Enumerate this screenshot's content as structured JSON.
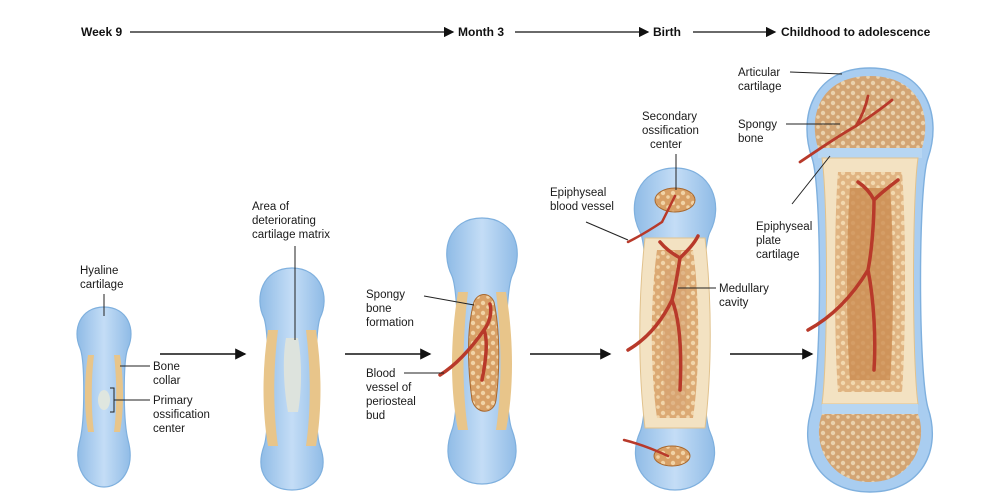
{
  "timeline": {
    "stages": [
      "Week 9",
      "Month 3",
      "Birth",
      "Childhood to adolescence"
    ]
  },
  "labels": {
    "hyaline_cartilage": [
      "Hyaline",
      "cartilage"
    ],
    "bone_collar": [
      "Bone",
      "collar"
    ],
    "primary_ossification_center": [
      "Primary",
      "ossification",
      "center"
    ],
    "deteriorating_matrix": [
      "Area of",
      "deteriorating",
      "cartilage matrix"
    ],
    "spongy_bone_formation": [
      "Spongy",
      "bone",
      "formation"
    ],
    "periosteal_bud_vessel": [
      "Blood",
      "vessel of",
      "periosteal",
      "bud"
    ],
    "secondary_ossification_center": [
      "Secondary",
      "ossification",
      "center"
    ],
    "epiphyseal_blood_vessel": [
      "Epiphyseal",
      "blood vessel"
    ],
    "medullary_cavity": [
      "Medullary",
      "cavity"
    ],
    "articular_cartilage": [
      "Articular",
      "cartilage"
    ],
    "spongy_bone": [
      "Spongy",
      "bone"
    ],
    "epiphyseal_plate_cartilage": [
      "Epiphyseal",
      "plate",
      "cartilage"
    ]
  },
  "colors": {
    "cartilage": "#a9cdf0",
    "cartilage_edge": "#7fb0de",
    "bone_collar": "#e8c58a",
    "spongy_bone": "#c98a4e",
    "blood_vessel": "#b8392a",
    "compact_bone": "#f3e2c2"
  }
}
